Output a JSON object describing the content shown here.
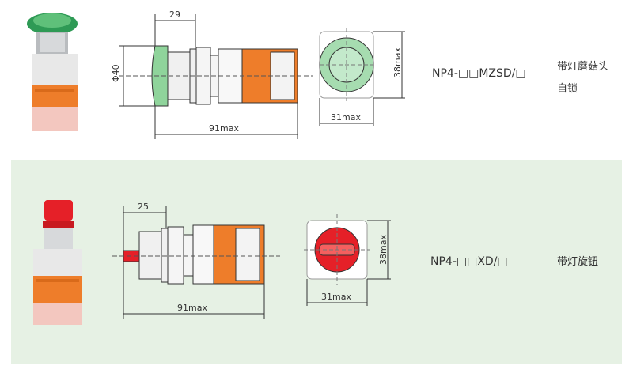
{
  "rows": [
    {
      "model": "NP4-□□MZSD/□",
      "description_lines": [
        "带灯蘑菇头",
        "自锁"
      ],
      "dims": {
        "head_offset": "29",
        "diameter": "Φ40",
        "length": "91max",
        "height": "38max",
        "width": "31max"
      }
    },
    {
      "model": "NP4-□□XD/□",
      "description_lines": [
        "带灯旋钮"
      ],
      "dims": {
        "head_offset": "25",
        "length": "91max",
        "height": "38max",
        "width": "31max"
      }
    }
  ],
  "colors": {
    "background_bottom": "#e6f1e4",
    "mushroom_green": "#2e9a55",
    "knob_red": "#e52028",
    "module_orange": "#ee7d2a"
  }
}
